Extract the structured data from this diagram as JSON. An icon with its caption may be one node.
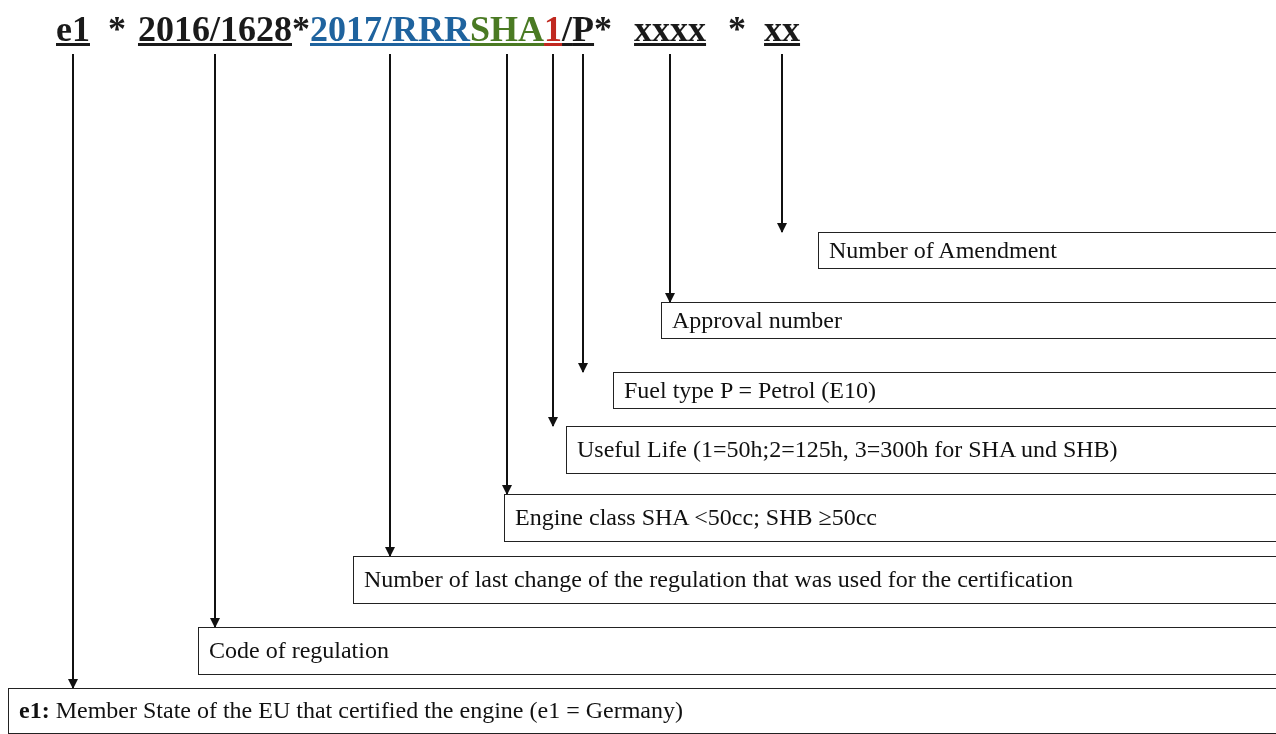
{
  "diagram": {
    "nodes": [
      {
        "text": [
          "e1"
        ]
      },
      {
        "text": [
          "2016/1628"
        ]
      },
      {
        "text": [
          "2017/RRR"
        ]
      },
      {
        "text": [
          "SHA"
        ]
      },
      {
        "text": [
          "1"
        ]
      },
      {
        "text": [
          "P"
        ]
      },
      {
        "text": [
          "xxxx"
        ]
      },
      {
        "text": [
          "xx"
        ]
      },
      {
        "text": [
          "Number of Amendment"
        ]
      },
      {
        "text": [
          "Approval number"
        ]
      },
      {
        "text": [
          "Fuel type P = Petrol (E10)"
        ]
      },
      {
        "text": [
          "Useful Life (1=50h;2=125h, 3=300h for SHA und SHB)"
        ]
      },
      {
        "text": [
          "Engine class SHA <50cc; SHB ≥50cc"
        ]
      },
      {
        "text": [
          "Number of last change of the regulation that was used for the certification"
        ]
      },
      {
        "text": [
          "Code of regulation"
        ]
      },
      {
        "text": [
          "**e1:** Member State of the EU that certified the engine (e1 = Germany)"
        ]
      }
    ],
    "edges": [
      {
        "from": 0,
        "to": 15,
        "arrow": "to"
      },
      {
        "from": 1,
        "to": 14,
        "arrow": "to"
      },
      {
        "from": 2,
        "to": 13,
        "arrow": "to"
      },
      {
        "from": 3,
        "to": 12,
        "arrow": "to"
      },
      {
        "from": 4,
        "to": 11,
        "arrow": "to"
      },
      {
        "from": 5,
        "to": 10,
        "arrow": "to"
      },
      {
        "from": 6,
        "to": 9,
        "arrow": "to"
      },
      {
        "from": 7,
        "to": 8,
        "arrow": "to"
      }
    ],
    "labels": [
      "*",
      "*",
      "/",
      "*",
      "*"
    ]
  }
}
